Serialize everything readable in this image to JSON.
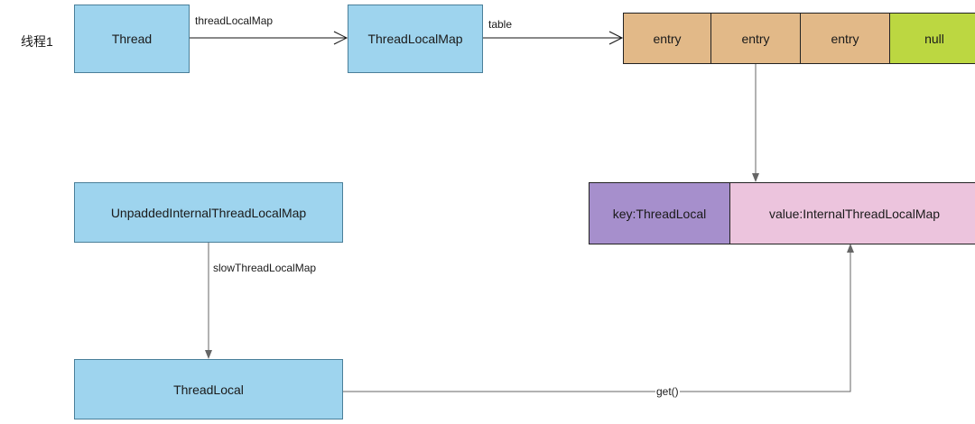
{
  "row_label": "线程1",
  "nodes": {
    "thread": "Thread",
    "thread_local_map": "ThreadLocalMap",
    "unpadded_map": "UnpaddedInternalThreadLocalMap",
    "thread_local": "ThreadLocal"
  },
  "table_cells": [
    {
      "label": "entry",
      "color": "#e2b988"
    },
    {
      "label": "entry",
      "color": "#e2b988"
    },
    {
      "label": "entry",
      "color": "#e2b988"
    },
    {
      "label": "null",
      "color": "#bcd741"
    }
  ],
  "entry_detail": {
    "key": {
      "label": "key:ThreadLocal",
      "color": "#a68fcc"
    },
    "value": {
      "label": "value:InternalThreadLocalMap",
      "color": "#ecc4dd"
    }
  },
  "edges": {
    "thread_to_map": "threadLocalMap",
    "map_to_table": "table",
    "unpadded_to_thread_local": "slowThreadLocalMap",
    "thread_local_to_value": "get()"
  }
}
